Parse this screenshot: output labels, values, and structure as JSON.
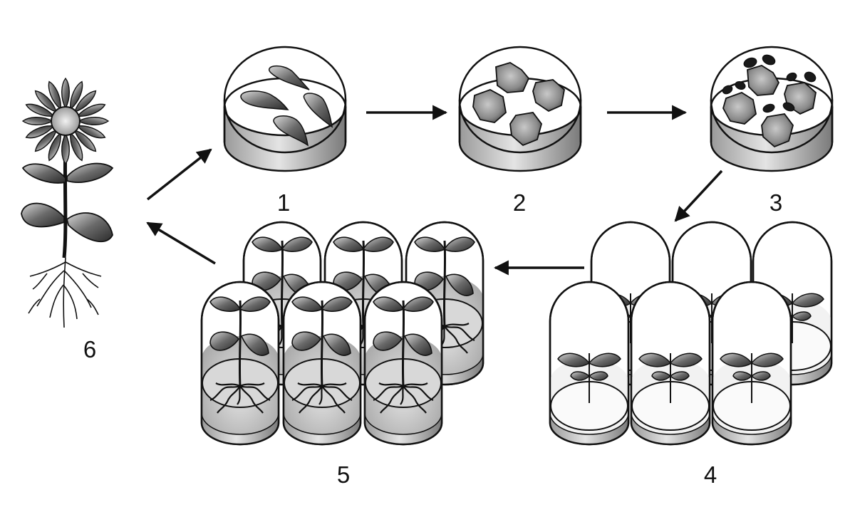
{
  "steps": [
    {
      "label": "1",
      "content": "leaf-explants-in-petri-dish"
    },
    {
      "label": "2",
      "content": "callus-in-petri-dish"
    },
    {
      "label": "3",
      "content": "shoot-formation-in-petri-dish"
    },
    {
      "label": "4",
      "content": "shoots-in-culture-tubes"
    },
    {
      "label": "5",
      "content": "rooted-plantlets-in-culture-tubes"
    },
    {
      "label": "6",
      "content": "mature-flowering-plant"
    }
  ],
  "colors": {
    "ink": "#111111",
    "leaf_dark": "#3a3a3a",
    "leaf_mid": "#8a8a8a",
    "leaf_light": "#d0d0d0",
    "callus": "#7a7a7a",
    "medium": "#c8c8c8",
    "background": "#ffffff"
  }
}
